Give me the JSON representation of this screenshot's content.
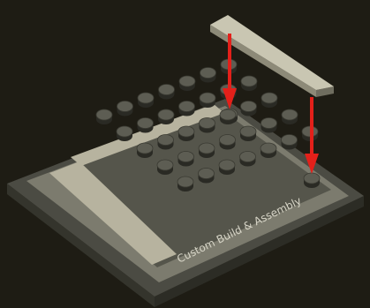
{
  "diagram": {
    "caption": "Custom Build & Assembly",
    "colors": {
      "background": "#1e1c14",
      "base_plate": "#4b4b43",
      "base_side": "#34342c",
      "frame": "#7c7b6e",
      "grid_area": "#55554b",
      "rail": "#b7b39f",
      "stud_top": "#5d5d53",
      "stud_side": "#2a2a24",
      "strip_top": "#c9c6b2",
      "strip_side": "#8d8a78",
      "arrow": "#e3201a",
      "caption_text": "#d8d6c8"
    },
    "studs": {
      "rows": 5,
      "cols": 7
    },
    "arrows": 2
  }
}
